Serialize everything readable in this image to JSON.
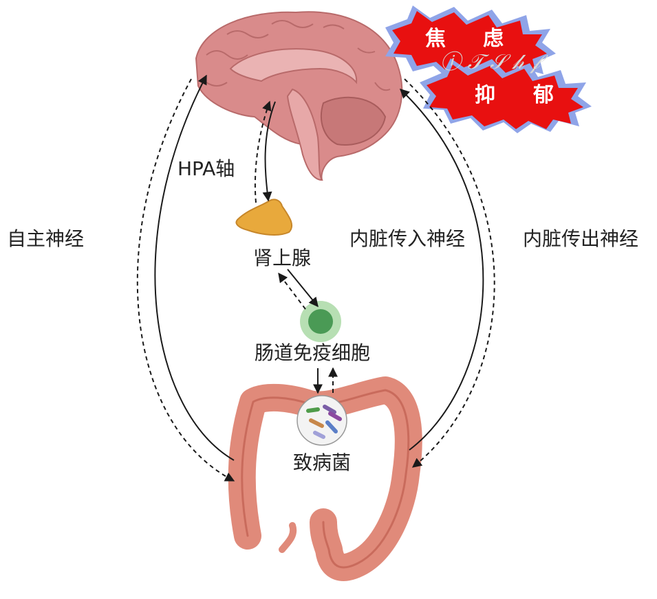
{
  "labels": {
    "hpa_axis": "HPA轴",
    "autonomic_nerve": "自主神经",
    "adrenal_gland": "肾上腺",
    "visceral_afferent": "内脏传入神经",
    "visceral_efferent": "内脏传出神经",
    "gut_immune_cells": "肠道免疫细胞",
    "pathogens": "致病菌"
  },
  "bursts": {
    "anxiety": [
      "焦",
      "虑"
    ],
    "depression": [
      "抑",
      "郁"
    ]
  },
  "colors": {
    "brain": "#d98b8b",
    "brain_dark": "#b86a6a",
    "adrenal": "#e8a93c",
    "immune_cell_outer": "#b7dfb3",
    "immune_cell_inner": "#4a9a55",
    "intestine": "#e08a7a",
    "burst_red": "#e81010",
    "burst_blue": "#8fa4e8",
    "arrow": "#1a1a1a"
  }
}
